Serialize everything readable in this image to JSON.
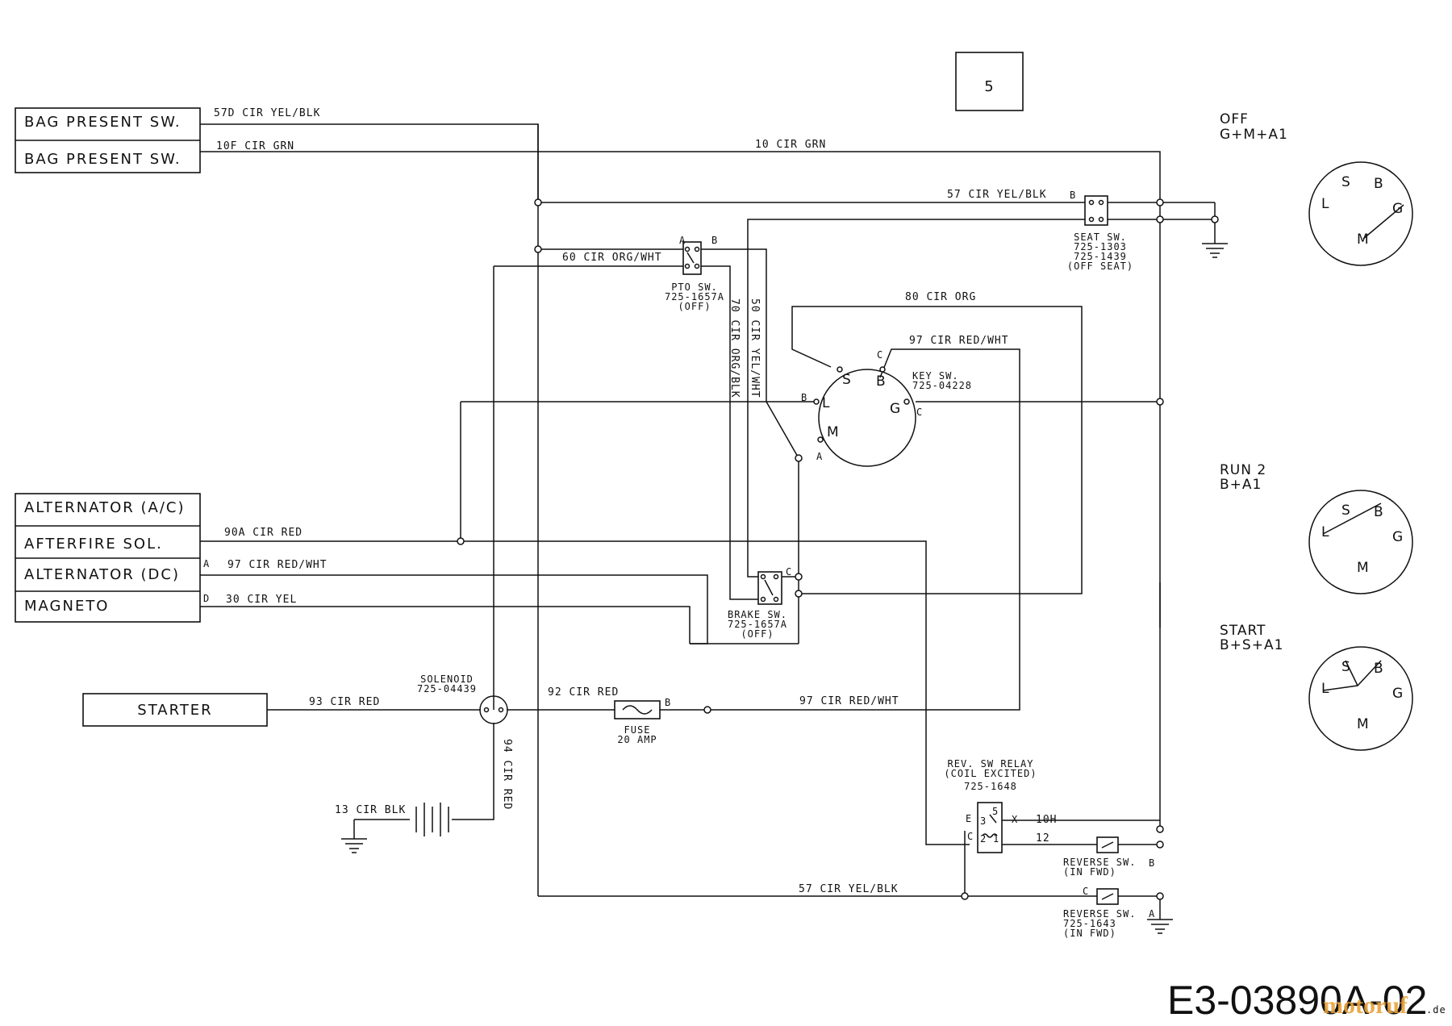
{
  "page_number": "5",
  "drawing_code": "E3-03890A-02",
  "watermark": {
    "text": "motoruf",
    "suffix": ".de",
    "color": "#e8a23a",
    "secondary_color": "#2c5aa0"
  },
  "components": {
    "bag_present_1": "BAG PRESENT SW.",
    "bag_present_2": "BAG PRESENT SW.",
    "alternator_ac": "ALTERNATOR (A/C)",
    "afterfire_sol": "AFTERFIRE SOL.",
    "alternator_dc": "ALTERNATOR (DC)",
    "magneto": "MAGNETO",
    "starter": "STARTER"
  },
  "wires": {
    "w57d": "57D CIR YEL/BLK",
    "w10f": "10F CIR GRN",
    "w10": "10 CIR GRN",
    "w57_top": "57 CIR YEL/BLK",
    "w60": "60 CIR ORG/WHT",
    "w70": "70 CIR ORG/BLK",
    "w50": "50 CIR YEL/WHT",
    "w80": "80 CIR ORG",
    "w97_key": "97 CIR RED/WHT",
    "w90a": "90A CIR RED",
    "w97_alt": "97 CIR RED/WHT",
    "w30": "30 CIR YEL",
    "w93": "93 CIR RED",
    "w92": "92 CIR RED",
    "w97_fuse": "97 CIR RED/WHT",
    "w94": "94 CIR RED",
    "w13": "13 CIR BLK",
    "w10h": "10H",
    "w12": "12",
    "w57_bottom": "57 CIR YEL/BLK"
  },
  "switches": {
    "seat": [
      "SEAT SW.",
      "725-1303",
      "725-1439",
      "(OFF SEAT)"
    ],
    "pto": [
      "PTO SW.",
      "725-1657A",
      "(OFF)"
    ],
    "key": [
      "KEY SW.",
      "725-04228"
    ],
    "brake": [
      "BRAKE SW.",
      "725-1657A",
      "(OFF)"
    ],
    "solenoid": [
      "SOLENOID",
      "725-04439"
    ],
    "fuse": [
      "FUSE",
      "20 AMP"
    ],
    "relay": [
      "REV. SW RELAY",
      "(COIL EXCITED)",
      "725-1648"
    ],
    "reverse_b": [
      "REVERSE SW.",
      "(IN FWD)"
    ],
    "reverse_a": [
      "REVERSE SW.",
      "725-1643",
      "(IN FWD)"
    ]
  },
  "terminals": {
    "A": "A",
    "B": "B",
    "C": "C",
    "D": "D",
    "E": "E",
    "X": "X",
    "S": "S",
    "G": "G",
    "L": "L",
    "M": "M",
    "small_b": "B",
    "relay_pins": [
      "3",
      "5",
      "2",
      "1"
    ]
  },
  "key_positions": [
    {
      "name": "OFF",
      "combo": "G+M+A1"
    },
    {
      "name": "RUN 2",
      "combo": "B+A1"
    },
    {
      "name": "START",
      "combo": "B+S+A1"
    }
  ]
}
